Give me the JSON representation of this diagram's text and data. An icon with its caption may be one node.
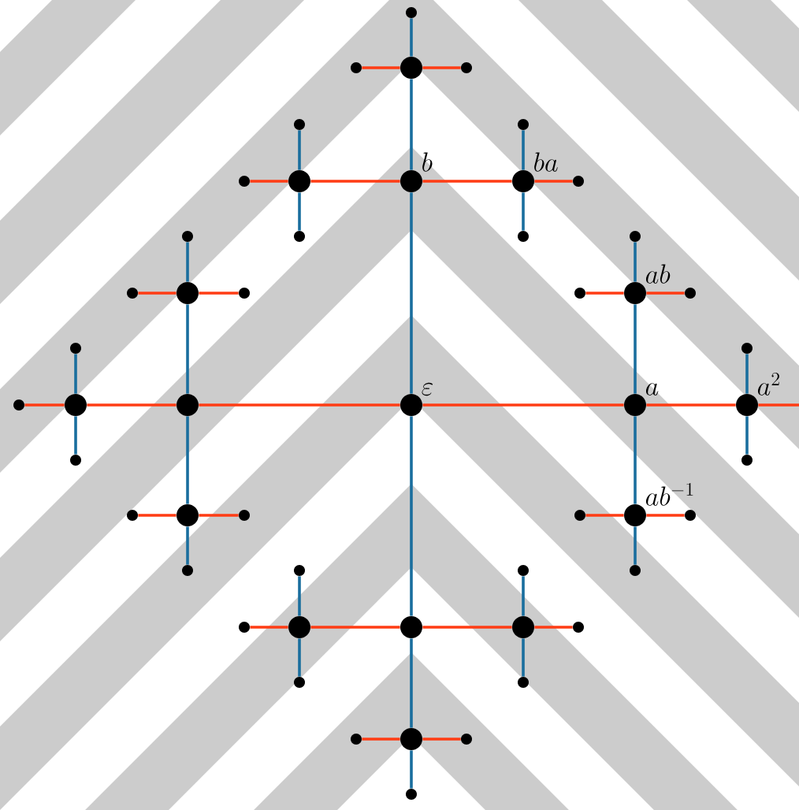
{
  "diagram": {
    "nodes": [
      {
        "text": [],
        "shape": "circle"
      },
      {
        "text": [],
        "shape": "circle"
      },
      {
        "text": [],
        "shape": "circle"
      },
      {
        "text": [],
        "shape": "circle"
      },
      {
        "text": [],
        "shape": "circle"
      },
      {
        "text": [],
        "shape": "circle"
      },
      {
        "text": [],
        "shape": "circle"
      },
      {
        "text": [],
        "shape": "circle"
      },
      {
        "text": [
          "b"
        ]
      },
      {
        "text": [
          "ba"
        ]
      },
      {
        "text": [],
        "shape": "circle"
      },
      {
        "text": [],
        "shape": "circle"
      },
      {
        "text": [],
        "shape": "circle"
      },
      {
        "text": [],
        "shape": "circle"
      },
      {
        "text": [],
        "shape": "circle"
      },
      {
        "text": [],
        "shape": "circle"
      },
      {
        "text": [],
        "shape": "circle"
      },
      {
        "text": [],
        "shape": "circle"
      },
      {
        "text": [],
        "shape": "circle"
      },
      {
        "text": [
          "ab"
        ]
      },
      {
        "text": [],
        "shape": "circle"
      },
      {
        "text": [],
        "shape": "circle"
      },
      {
        "text": [],
        "shape": "circle"
      },
      {
        "text": [],
        "shape": "circle"
      },
      {
        "text": [],
        "shape": "circle"
      },
      {
        "text": [],
        "shape": "circle"
      },
      {
        "text": [
          "\\varepsilon"
        ]
      },
      {
        "text": [
          "a"
        ]
      },
      {
        "text": [
          "a^2"
        ]
      },
      {
        "text": [],
        "shape": "circle"
      },
      {
        "text": [],
        "shape": "circle"
      },
      {
        "text": [],
        "shape": "circle"
      },
      {
        "text": [],
        "shape": "circle"
      },
      {
        "text": [],
        "shape": "circle"
      },
      {
        "text": [],
        "shape": "circle"
      },
      {
        "text": [
          "ab^{-1}"
        ]
      },
      {
        "text": [],
        "shape": "circle"
      },
      {
        "text": [],
        "shape": "circle"
      },
      {
        "text": [],
        "shape": "circle"
      },
      {
        "text": [],
        "shape": "circle"
      },
      {
        "text": [],
        "shape": "circle"
      },
      {
        "text": [],
        "shape": "circle"
      },
      {
        "text": [],
        "shape": "circle"
      },
      {
        "text": [],
        "shape": "circle"
      },
      {
        "text": [],
        "shape": "circle"
      },
      {
        "text": [],
        "shape": "circle"
      },
      {
        "text": [],
        "shape": "circle"
      },
      {
        "text": [],
        "shape": "circle"
      },
      {
        "text": [],
        "shape": "circle"
      },
      {
        "text": [],
        "shape": "circle"
      },
      {
        "text": [],
        "shape": "circle"
      },
      {
        "text": [],
        "shape": "circle"
      }
    ],
    "edges": [
      {
        "from": 26,
        "to": 27,
        "arrow": "none",
        "color": "#ff3c14"
      },
      {
        "from": 25,
        "to": 26,
        "arrow": "none",
        "color": "#ff3c14"
      },
      {
        "from": 8,
        "to": 26,
        "arrow": "none",
        "color": "#1a6e9e"
      },
      {
        "from": 26,
        "to": 43,
        "arrow": "none",
        "color": "#1a6e9e"
      },
      {
        "from": 27,
        "to": 28,
        "arrow": "none",
        "color": "#ff3c14"
      },
      {
        "from": 19,
        "to": 27,
        "arrow": "none",
        "color": "#1a6e9e"
      },
      {
        "from": 27,
        "to": 35,
        "arrow": "none",
        "color": "#1a6e9e"
      },
      {
        "from": 14,
        "to": 19,
        "arrow": "none",
        "color": "#1a6e9e"
      },
      {
        "from": 18,
        "to": 19,
        "arrow": "none",
        "color": "#ff3c14"
      },
      {
        "from": 19,
        "to": 20,
        "arrow": "none",
        "color": "#ff3c14"
      },
      {
        "from": 35,
        "to": 40,
        "arrow": "none",
        "color": "#1a6e9e"
      },
      {
        "from": 34,
        "to": 35,
        "arrow": "none",
        "color": "#ff3c14"
      },
      {
        "from": 35,
        "to": 36,
        "arrow": "none",
        "color": "#ff3c14"
      },
      {
        "from": 22,
        "to": 28,
        "arrow": "none",
        "color": "#1a6e9e"
      },
      {
        "from": 28,
        "to": 30,
        "arrow": "none",
        "color": "#1a6e9e"
      },
      {
        "from": 28,
        "to": null,
        "arrow": "none",
        "color": "#ff3c14"
      },
      {
        "from": 24,
        "to": 25,
        "arrow": "none",
        "color": "#ff3c14"
      },
      {
        "from": 16,
        "to": 25,
        "arrow": "none",
        "color": "#1a6e9e"
      },
      {
        "from": 25,
        "to": 32,
        "arrow": "none",
        "color": "#1a6e9e"
      },
      {
        "from": 11,
        "to": 16,
        "arrow": "none",
        "color": "#1a6e9e"
      },
      {
        "from": 15,
        "to": 16,
        "arrow": "none",
        "color": "#ff3c14"
      },
      {
        "from": 16,
        "to": 17,
        "arrow": "none",
        "color": "#ff3c14"
      },
      {
        "from": 32,
        "to": 37,
        "arrow": "none",
        "color": "#1a6e9e"
      },
      {
        "from": 31,
        "to": 32,
        "arrow": "none",
        "color": "#ff3c14"
      },
      {
        "from": 32,
        "to": 33,
        "arrow": "none",
        "color": "#ff3c14"
      },
      {
        "from": 21,
        "to": 24,
        "arrow": "none",
        "color": "#1a6e9e"
      },
      {
        "from": 24,
        "to": 29,
        "arrow": "none",
        "color": "#1a6e9e"
      },
      {
        "from": 23,
        "to": 24,
        "arrow": "none",
        "color": "#ff3c14"
      },
      {
        "from": 7,
        "to": 8,
        "arrow": "none",
        "color": "#ff3c14"
      },
      {
        "from": 8,
        "to": 9,
        "arrow": "none",
        "color": "#ff3c14"
      },
      {
        "from": 2,
        "to": 8,
        "arrow": "none",
        "color": "#1a6e9e"
      },
      {
        "from": 5,
        "to": 9,
        "arrow": "none",
        "color": "#1a6e9e"
      },
      {
        "from": 9,
        "to": 13,
        "arrow": "none",
        "color": "#1a6e9e"
      },
      {
        "from": 9,
        "to": 10,
        "arrow": "none",
        "color": "#ff3c14"
      },
      {
        "from": 4,
        "to": 7,
        "arrow": "none",
        "color": "#1a6e9e"
      },
      {
        "from": 7,
        "to": 12,
        "arrow": "none",
        "color": "#1a6e9e"
      },
      {
        "from": 6,
        "to": 7,
        "arrow": "none",
        "color": "#ff3c14"
      },
      {
        "from": 1,
        "to": 2,
        "arrow": "none",
        "color": "#ff3c14"
      },
      {
        "from": 2,
        "to": 3,
        "arrow": "none",
        "color": "#ff3c14"
      },
      {
        "from": 0,
        "to": 2,
        "arrow": "none",
        "color": "#1a6e9e"
      },
      {
        "from": 42,
        "to": 43,
        "arrow": "none",
        "color": "#ff3c14"
      },
      {
        "from": 43,
        "to": 44,
        "arrow": "none",
        "color": "#ff3c14"
      },
      {
        "from": 43,
        "to": 49,
        "arrow": "none",
        "color": "#1a6e9e"
      },
      {
        "from": 38,
        "to": 42,
        "arrow": "none",
        "color": "#1a6e9e"
      },
      {
        "from": 42,
        "to": 46,
        "arrow": "none",
        "color": "#1a6e9e"
      },
      {
        "from": 41,
        "to": 42,
        "arrow": "none",
        "color": "#ff3c14"
      },
      {
        "from": 39,
        "to": 44,
        "arrow": "none",
        "color": "#1a6e9e"
      },
      {
        "from": 44,
        "to": 47,
        "arrow": "none",
        "color": "#1a6e9e"
      },
      {
        "from": 44,
        "to": 45,
        "arrow": "none",
        "color": "#ff3c14"
      },
      {
        "from": 48,
        "to": 49,
        "arrow": "none",
        "color": "#ff3c14"
      },
      {
        "from": 49,
        "to": 50,
        "arrow": "none",
        "color": "#ff3c14"
      },
      {
        "from": 49,
        "to": 51,
        "arrow": "none",
        "color": "#1a6e9e"
      }
    ]
  }
}
